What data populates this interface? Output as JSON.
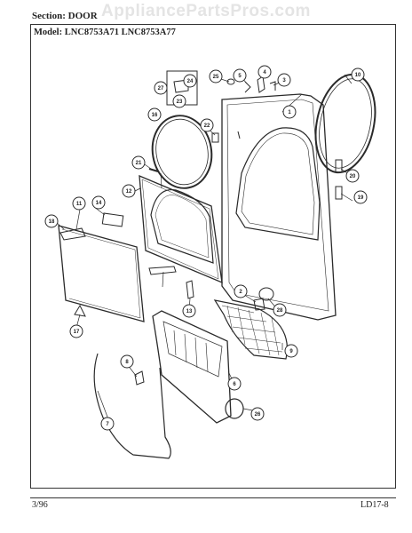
{
  "watermark": "AppliancePartsPros.com",
  "section_label": "Section:  DOOR",
  "model_label": "Model:  LNC8753A71  LNC8753A77",
  "footer": {
    "date": "3/96",
    "code": "LD17-8"
  },
  "callouts": [
    "1",
    "2",
    "3",
    "4",
    "5",
    "6",
    "7",
    "8",
    "9",
    "10",
    "11",
    "12",
    "13",
    "14",
    "16",
    "17",
    "18",
    "19",
    "20",
    "21",
    "22",
    "23",
    "24",
    "25",
    "26",
    "27",
    "28"
  ]
}
